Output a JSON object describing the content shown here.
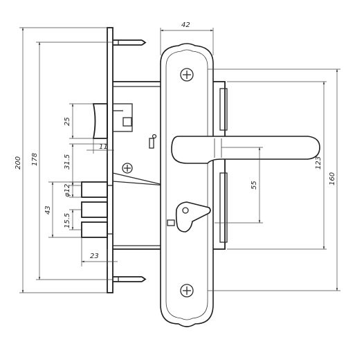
{
  "dimensions": {
    "top_width": "42",
    "total_height": "200",
    "screw_spacing": "178",
    "height_123": "123",
    "height_160": "160",
    "latch_height": "25",
    "latch_depth": "11",
    "backset": "31.5",
    "spindle_square": "φ12",
    "spindle_to_lower": "55",
    "bolt_block": "43",
    "bolt_pitch": "15.5",
    "bolt_throw": "23"
  }
}
